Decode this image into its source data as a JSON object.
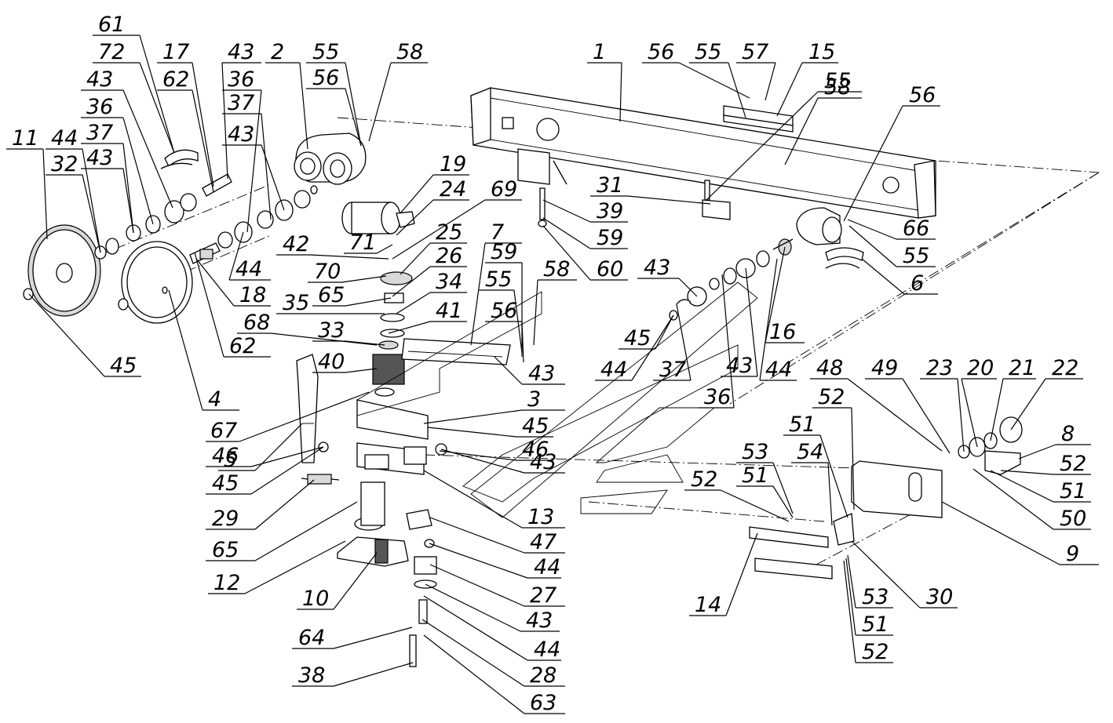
{
  "figure": {
    "callouts": [
      "1",
      "2",
      "3",
      "4",
      "5",
      "6",
      "7",
      "8",
      "9",
      "10",
      "11",
      "12",
      "13",
      "14",
      "15",
      "16",
      "17",
      "18",
      "19",
      "20",
      "21",
      "22",
      "23",
      "24",
      "25",
      "26",
      "27",
      "28",
      "29",
      "30",
      "31",
      "32",
      "33",
      "34",
      "35",
      "36",
      "37",
      "38",
      "39",
      "40",
      "41",
      "42",
      "43",
      "44",
      "45",
      "46",
      "47",
      "48",
      "49",
      "50",
      "51",
      "52",
      "53",
      "54",
      "55",
      "56",
      "57",
      "58",
      "59",
      "60",
      "61",
      "62",
      "63",
      "64",
      "65",
      "66",
      "67",
      "68",
      "69",
      "70",
      "71",
      "72"
    ]
  }
}
